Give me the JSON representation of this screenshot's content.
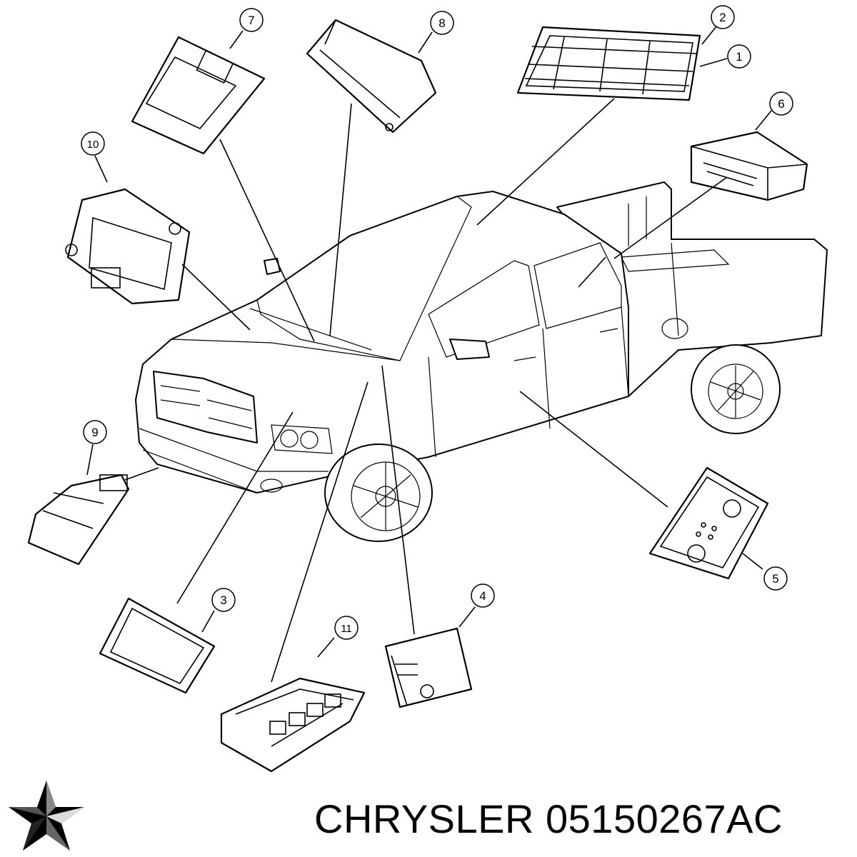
{
  "callouts": [
    {
      "num": "1"
    },
    {
      "num": "2"
    },
    {
      "num": "3"
    },
    {
      "num": "4"
    },
    {
      "num": "5"
    },
    {
      "num": "6"
    },
    {
      "num": "7"
    },
    {
      "num": "8"
    },
    {
      "num": "9"
    },
    {
      "num": "10"
    },
    {
      "num": "11"
    }
  ],
  "footer": {
    "brand_part": "CHRYSLER 05150267AC",
    "logo_icon": "pentastar-logo-icon"
  }
}
